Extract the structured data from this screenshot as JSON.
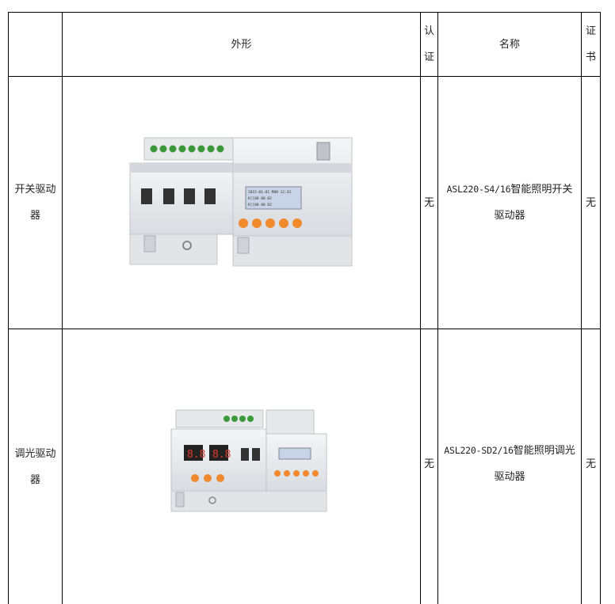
{
  "table": {
    "headers": {
      "col1": "",
      "col2": "外形",
      "col3": [
        "认",
        "证"
      ],
      "col4": "名称",
      "col5": [
        "证",
        "书"
      ]
    },
    "rows": [
      {
        "type_lines": [
          "开关驱动",
          "器"
        ],
        "cert": "无",
        "name_code": "ASL220-S4/16",
        "name_lines": [
          "智能照明开关",
          "驱动器"
        ],
        "certificate": "无"
      },
      {
        "type_lines": [
          "调光驱动",
          "器"
        ],
        "cert": "无",
        "name_code": "ASL220-SD2/16",
        "name_lines": [
          "智能照明调光",
          "驱动器"
        ],
        "certificate": "无"
      }
    ]
  },
  "device1": {
    "lcd_line1": "2015-01-01   MON 12:32",
    "lcd_line2": "K[]00 00 02",
    "lcd_line3": "K[]00 00 02"
  },
  "device2": {
    "display_left": "8.8",
    "display_right": "8.8"
  },
  "colors": {
    "border": "#000000",
    "button_orange": "#f08a2c",
    "terminal_green": "#3a9a3a",
    "device_body": "#e9ebee"
  }
}
